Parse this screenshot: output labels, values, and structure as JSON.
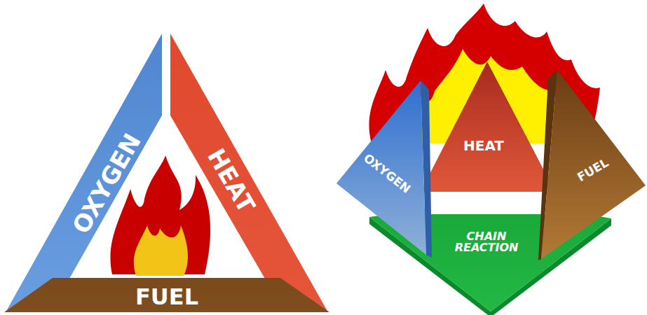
{
  "diagram": {
    "nodes": [
      {
        "text": [
          "OXYGEN"
        ]
      },
      {
        "text": [
          "HEAT"
        ]
      },
      {
        "text": [
          "FUEL"
        ]
      },
      {
        "text": [
          "OXYGEN"
        ]
      },
      {
        "text": [
          "HEAT"
        ]
      },
      {
        "text": [
          "FUEL"
        ]
      },
      {
        "text": [
          "CHAIN REACTION"
        ]
      }
    ]
  }
}
